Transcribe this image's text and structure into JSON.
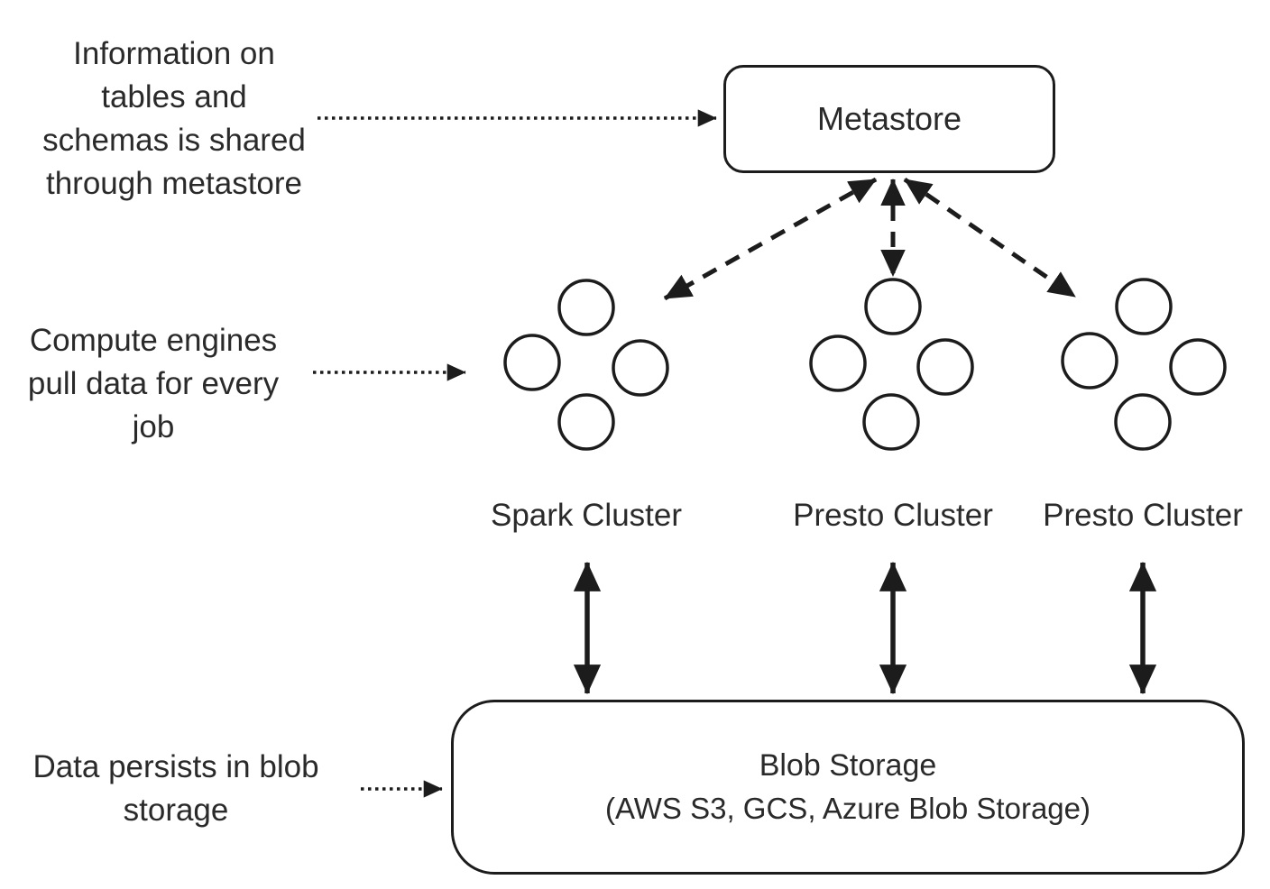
{
  "diagram": {
    "background_color": "#ffffff",
    "stroke_color": "#1c1c1c",
    "text_color": "#2a2a2a",
    "metastore": {
      "label": "Metastore"
    },
    "clusters": [
      {
        "label": "Spark Cluster",
        "worker_nodes": 4
      },
      {
        "label": "Presto Cluster",
        "worker_nodes": 4
      },
      {
        "label": "Presto Cluster",
        "worker_nodes": 4
      }
    ],
    "blob_storage": {
      "title": "Blob Storage",
      "subtitle": "(AWS S3, GCS, Azure Blob Storage)"
    },
    "annotations": [
      {
        "text": "Information on\ntables and\nschemas is shared\nthrough metastore"
      },
      {
        "text": "Compute engines\npull data for every\njob"
      },
      {
        "text": "Data persists in blob\nstorage"
      }
    ]
  }
}
